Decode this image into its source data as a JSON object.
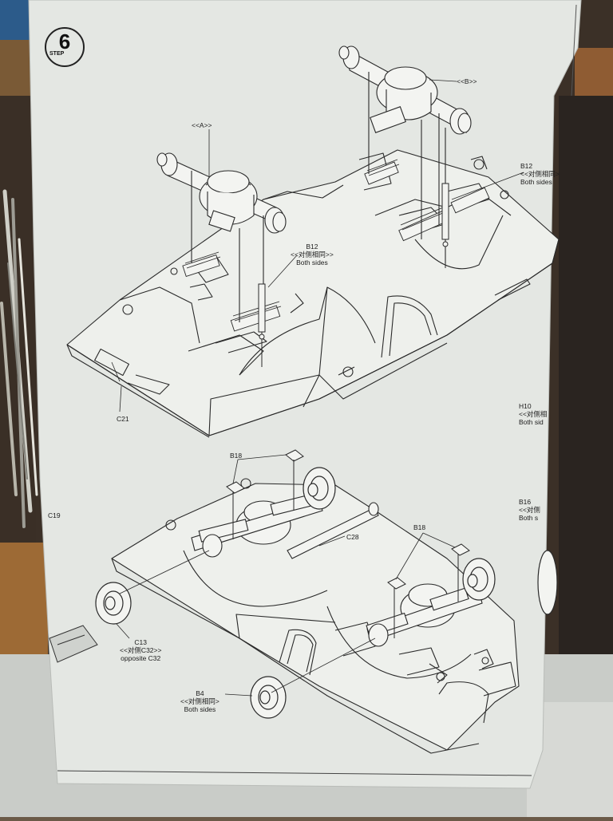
{
  "step": {
    "number": "6",
    "label": "STEP"
  },
  "callouts": {
    "top_assembly_a": "<<A>>",
    "top_assembly_b": "<<B>>",
    "b12_right": {
      "part": "B12",
      "note_cn": "<<对侧相同>",
      "note_en": "Both sides"
    },
    "b12_left": {
      "part": "B12",
      "note_cn": "<<对侧相同>>",
      "note_en": "Both sides"
    },
    "c21": "C21",
    "h10": {
      "part": "H10",
      "note_cn": "<<对侧相",
      "note_en": "Both sid"
    },
    "b16": {
      "part": "B16",
      "note_cn": "<<对侧",
      "note_en": "Both s"
    },
    "c19": "C19",
    "b18_top": "B18",
    "b18_right": "B18",
    "c28": "C28",
    "c13": {
      "part": "C13",
      "note_cn": "<<对侧C32>>",
      "note_en": "opposite C32"
    },
    "b4": {
      "part": "B4",
      "note_cn": "<<对侧相同>",
      "note_en": "Both sides"
    }
  },
  "colors": {
    "paper": "#e4e7e3",
    "line": "#2a2a2a",
    "table": "#c9ccc8",
    "background": "#2a2420"
  }
}
